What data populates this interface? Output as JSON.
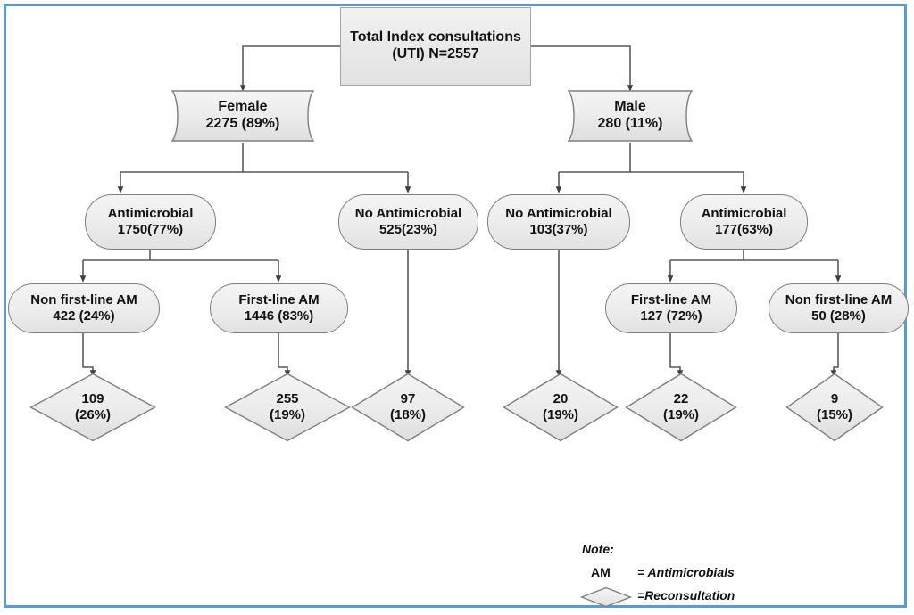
{
  "figure": {
    "type": "flowchart",
    "frame_color": "#5b9bd5",
    "node_fill": "#ededed",
    "node_stroke": "#7f7f7f"
  },
  "nodes": {
    "root": {
      "line1": "Total Index consultations",
      "line2": "(UTI)  N=2557",
      "shape": "rectangle"
    },
    "female": {
      "line1": "Female",
      "line2": "2275 (89%)",
      "shape": "flag"
    },
    "male": {
      "line1": "Male",
      "line2": "280 (11%)",
      "shape": "flag"
    },
    "f_am": {
      "line1": "Antimicrobial",
      "line2": "1750(77%)",
      "shape": "rounded"
    },
    "f_noam": {
      "line1": "No Antimicrobial",
      "line2": "525(23%)",
      "shape": "rounded"
    },
    "m_noam": {
      "line1": "No Antimicrobial",
      "line2": "103(37%)",
      "shape": "rounded"
    },
    "m_am": {
      "line1": "Antimicrobial",
      "line2": "177(63%)",
      "shape": "rounded"
    },
    "f_nonfirst": {
      "line1": "Non first-line AM",
      "line2": "422 (24%)",
      "shape": "rounded"
    },
    "f_first": {
      "line1": "First-line AM",
      "line2": "1446 (83%)",
      "shape": "rounded"
    },
    "m_first": {
      "line1": "First-line AM",
      "line2": "127 (72%)",
      "shape": "rounded"
    },
    "m_nonfirst": {
      "line1": "Non first-line AM",
      "line2": "50 (28%)",
      "shape": "rounded"
    },
    "d_f_nonfirst": {
      "line1": "109",
      "line2": "(26%)",
      "shape": "diamond"
    },
    "d_f_first": {
      "line1": "255",
      "line2": "(19%)",
      "shape": "diamond"
    },
    "d_f_noam": {
      "line1": "97",
      "line2": "(18%)",
      "shape": "diamond"
    },
    "d_m_noam": {
      "line1": "20",
      "line2": "(19%)",
      "shape": "diamond"
    },
    "d_m_first": {
      "line1": "22",
      "line2": "(19%)",
      "shape": "diamond"
    },
    "d_m_nonfirst": {
      "line1": "9",
      "line2": "(15%)",
      "shape": "diamond"
    }
  },
  "legend": {
    "note_label": "Note:",
    "am_abbrev": "AM",
    "am_definition": "= Antimicrobials",
    "diamond_definition": "=Reconsultation"
  },
  "chart_data": {
    "type": "table",
    "title": "Total Index consultations (UTI) N=2557",
    "hierarchy": [
      {
        "label": "Female",
        "count": 2275,
        "percent": 89,
        "children": [
          {
            "label": "Antimicrobial",
            "count": 1750,
            "percent": 77,
            "children": [
              {
                "label": "Non first-line AM",
                "count": 422,
                "percent": 24,
                "reconsultation": {
                  "count": 109,
                  "percent": 26
                }
              },
              {
                "label": "First-line AM",
                "count": 1446,
                "percent": 83,
                "reconsultation": {
                  "count": 255,
                  "percent": 19
                }
              }
            ]
          },
          {
            "label": "No Antimicrobial",
            "count": 525,
            "percent": 23,
            "reconsultation": {
              "count": 97,
              "percent": 18
            }
          }
        ]
      },
      {
        "label": "Male",
        "count": 280,
        "percent": 11,
        "children": [
          {
            "label": "No Antimicrobial",
            "count": 103,
            "percent": 37,
            "reconsultation": {
              "count": 20,
              "percent": 19
            }
          },
          {
            "label": "Antimicrobial",
            "count": 177,
            "percent": 63,
            "children": [
              {
                "label": "First-line AM",
                "count": 127,
                "percent": 72,
                "reconsultation": {
                  "count": 22,
                  "percent": 19
                }
              },
              {
                "label": "Non first-line AM",
                "count": 50,
                "percent": 28,
                "reconsultation": {
                  "count": 9,
                  "percent": 15
                }
              }
            ]
          }
        ]
      }
    ]
  }
}
